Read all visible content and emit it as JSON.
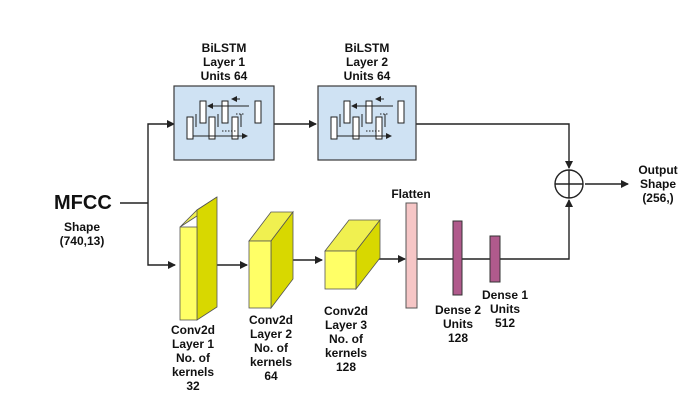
{
  "input": {
    "name": "MFCC",
    "shape_label": "Shape",
    "shape_value": "(740,13)"
  },
  "bilstm_layers": [
    {
      "line1": "BiLSTM",
      "line2": "Layer 1",
      "line3": "Units 64"
    },
    {
      "line1": "BiLSTM",
      "line2": "Layer 2",
      "line3": "Units 64"
    }
  ],
  "conv_layers": [
    {
      "line1": "Conv2d",
      "line2": "Layer 1",
      "line3": "No. of",
      "line4": "kernels",
      "line5": "32"
    },
    {
      "line1": "Conv2d",
      "line2": "Layer 2",
      "line3": "No. of",
      "line4": "kernels",
      "line5": "64"
    },
    {
      "line1": "Conv2d",
      "line2": "Layer 3",
      "line3": "No. of",
      "line4": "kernels",
      "line5": "128"
    }
  ],
  "flatten": {
    "label": "Flatten"
  },
  "dense_layers": [
    {
      "line1": "Dense 2",
      "line2": "Units",
      "line3": "128"
    },
    {
      "line1": "Dense 1",
      "line2": "Units",
      "line3": "512"
    }
  ],
  "output": {
    "line1": "Output",
    "line2": "Shape",
    "line3": "(256,)"
  },
  "colors": {
    "bilstm_fill": "#cfe2f3",
    "bilstm_stroke": "#3a3a3a",
    "conv_front": "#ffff66",
    "conv_side": "#d8d800",
    "conv_top": "#f0f050",
    "flatten_fill": "#f6c6c6",
    "dense_fill": "#b05a8c",
    "line": "#222222"
  }
}
